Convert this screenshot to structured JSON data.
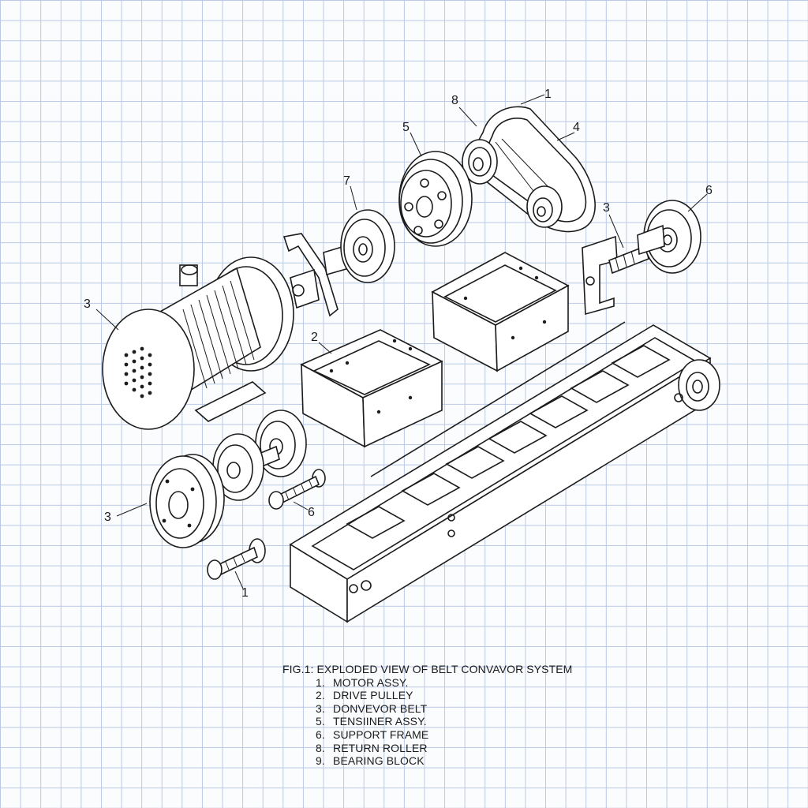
{
  "figure": {
    "caption_title": "FIG.1: EXPLODED VIEW OF BELT CONVAVOR SYSTEM",
    "legend": [
      {
        "num": "1.",
        "label": "MOTOR ASSY."
      },
      {
        "num": "2.",
        "label": "DRIVE PULLEY"
      },
      {
        "num": "3.",
        "label": "DONVEVOR BELT"
      },
      {
        "num": "5.",
        "label": "TENSIINER ASSY."
      },
      {
        "num": "6.",
        "label": "SUPPORT FRAME"
      },
      {
        "num": "8.",
        "label": "RETURN ROLLER"
      },
      {
        "num": "9.",
        "label": "BEARING BLOCK"
      }
    ]
  },
  "callouts": {
    "c_belt_8": "8",
    "c_belt_1": "1",
    "c_pulley_5": "5",
    "c_belt_4": "4",
    "c_flange_7": "7",
    "c_tension_3": "3",
    "c_wheel_6": "6",
    "c_motor_3": "3",
    "c_frame_2": "2",
    "c_pulley_3": "3",
    "c_bolt_6": "6",
    "c_bolt_1": "1"
  }
}
